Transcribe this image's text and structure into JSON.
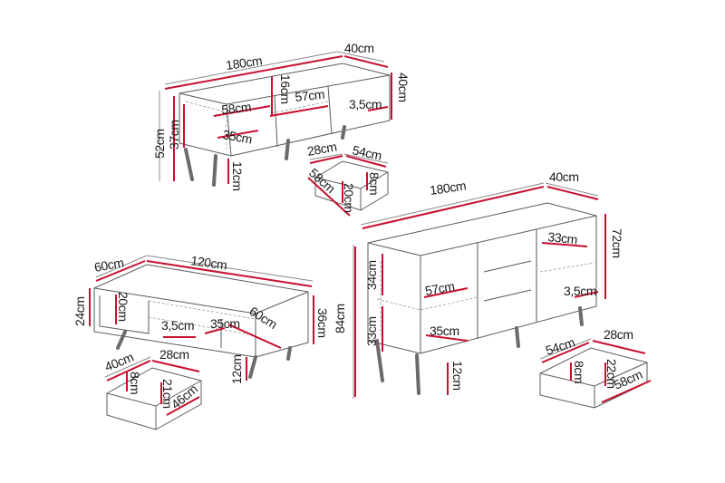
{
  "colors": {
    "dimension_line": "#c8102e",
    "furniture": "#5a5a5a",
    "text": "#1a1a1a"
  },
  "tv_bench": {
    "width": "180cm",
    "depth": "40cm",
    "height_right": "40cm",
    "height_total": "52cm",
    "inner_height": "37cm",
    "shelf_top": "16cm",
    "compartment_width": "58cm",
    "drawer_front": "57cm",
    "side": "3,5cm",
    "shelf_depth": "35cm",
    "leg_height": "12cm",
    "drawer": {
      "depth": "28cm",
      "width": "54cm",
      "height": "8cm",
      "length": "58cm",
      "inner": "20cm"
    }
  },
  "coffee_table": {
    "width": "120cm",
    "depth": "60cm",
    "open_height": "24cm",
    "inner_height": "20cm",
    "side": "3,5cm",
    "shelf": "35cm",
    "inner_depth": "60cm",
    "total_height": "36cm",
    "leg_height": "12cm",
    "drawer": {
      "depth": "40cm",
      "width": "28cm",
      "height": "8cm",
      "inner": "21cm",
      "length": "46cm"
    }
  },
  "sideboard": {
    "width": "180cm",
    "depth": "40cm",
    "height_right": "72cm",
    "total_height": "84cm",
    "upper": "34cm",
    "lower": "33cm",
    "shelf_width": "57cm",
    "shelf_depth": "35cm",
    "right_shelf": "33cm",
    "side": "3,5cm",
    "leg_height": "12cm",
    "drawer": {
      "width": "54cm",
      "depth": "28cm",
      "height": "8cm",
      "inner": "22cm",
      "length": "58cm"
    }
  }
}
